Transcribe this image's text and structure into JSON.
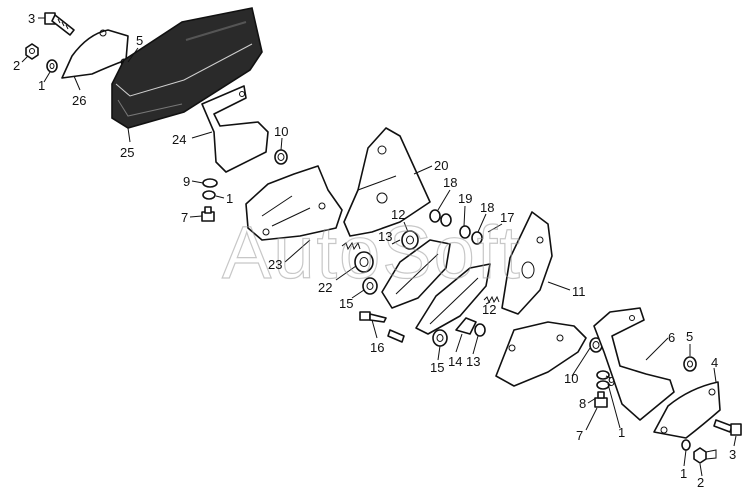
{
  "watermark": "AutoSoft",
  "labels": {
    "l3a": "3",
    "l5a": "5",
    "l2a": "2",
    "l1a": "1",
    "l26": "26",
    "l25": "25",
    "l24": "24",
    "l10a": "10",
    "l9a": "9",
    "l1b": "1",
    "l7a": "7",
    "l20": "20",
    "l18a": "18",
    "l19": "19",
    "l18b": "18",
    "l17": "17",
    "l12a": "12",
    "l13a": "13",
    "l23": "23",
    "l22": "22",
    "l15a": "15",
    "l11": "11",
    "l16": "16",
    "l12b": "12",
    "l14": "14",
    "l13b": "13",
    "l15b": "15",
    "l6": "6",
    "l5b": "5",
    "l4": "4",
    "l10b": "10",
    "l9b": "9",
    "l8": "8",
    "l7b": "7",
    "l1c": "1",
    "l1d": "1",
    "l2b": "2",
    "l3b": "3"
  }
}
